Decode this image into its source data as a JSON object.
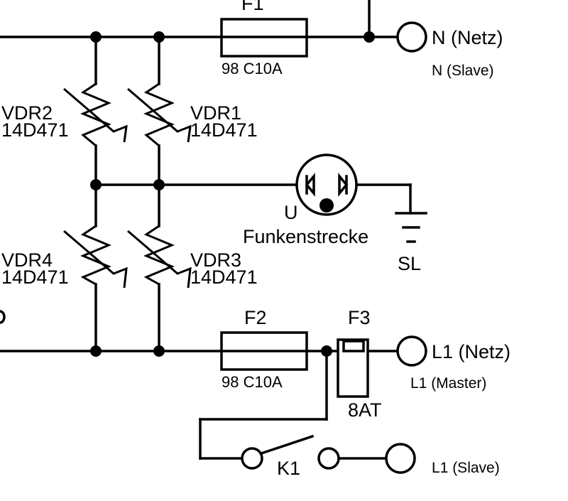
{
  "fuses": {
    "f1": {
      "name": "F1",
      "type": "98 C10A"
    },
    "f2": {
      "name": "F2",
      "type": "98 C10A"
    },
    "f3": {
      "name": "F3",
      "rating": "8AT"
    }
  },
  "varistors": {
    "vdr1": {
      "name": "VDR1",
      "type": "14D471"
    },
    "vdr2": {
      "name": "VDR2",
      "type": "14D471"
    },
    "vdr3": {
      "name": "VDR3",
      "type": "14D471"
    },
    "vdr4": {
      "name": "VDR4",
      "type": "14D471"
    }
  },
  "spark_gap": {
    "symbol": "U",
    "label": "Funkenstrecke"
  },
  "ground": {
    "label": "SL"
  },
  "relay": {
    "label": "K1"
  },
  "terminals": {
    "n_net": "N (Netz)",
    "n_slave": "N (Slave)",
    "l1_net": "L1 (Netz)",
    "l1_master": "L1 (Master)",
    "l1_slave": "L1 (Slave)"
  }
}
